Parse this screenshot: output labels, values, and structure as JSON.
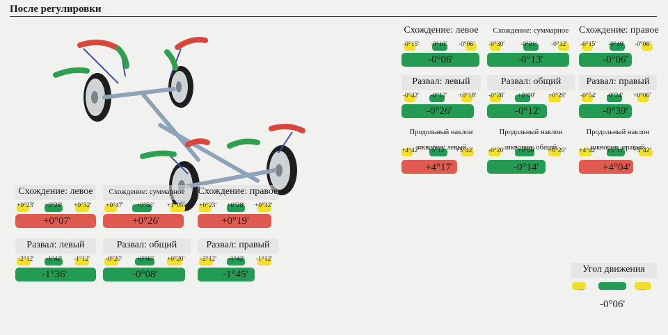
{
  "header": {
    "title": "После регулировки"
  },
  "right_top": [
    {
      "title": "Схождение: левое",
      "min": "-0°15'",
      "nom": "-0°10'",
      "max": "-0°06'",
      "value": "-0°06'",
      "status": "green"
    },
    {
      "title": "Схождение: суммарное",
      "min": "-0°30'",
      "nom": "-0°21'",
      "max": "-0°12'",
      "value": "-0°13'",
      "status": "green"
    },
    {
      "title": "Схождение: правое",
      "min": "-0°15'",
      "nom": "-0°10'",
      "max": "-0°06'",
      "value": "-0°06'",
      "status": "green"
    },
    {
      "title": "Развал: левый",
      "min": "-0°42'",
      "nom": "-0°12'",
      "max": "+0°18'",
      "value": "-0°26'",
      "status": "green"
    },
    {
      "title": "Развал: общий",
      "min": "-0°28'",
      "nom": "+0°00'",
      "max": "+0°28'",
      "value": "-0°12'",
      "status": "green"
    },
    {
      "title": "Развал: правый",
      "min": "-0°54'",
      "nom": "-0°24'",
      "max": "+0°06'",
      "value": "-0°39'",
      "status": "green"
    },
    {
      "title": "Продольный наклон шкворня: левый",
      "min": "+4°42'",
      "nom": "+5°12'",
      "max": "+5°42'",
      "value": "+4°17'",
      "status": "red"
    },
    {
      "title": "Продольный наклон шкворня: общий",
      "min": "-0°20'",
      "nom": "+0°00'",
      "max": "+0°20'",
      "value": "-0°14'",
      "status": "green"
    },
    {
      "title": "Продольный наклон шкворня: правый",
      "min": "+4°42'",
      "nom": "+5°12'",
      "max": "+5°42'",
      "value": "+4°04'",
      "status": "red"
    }
  ],
  "left_bottom": [
    {
      "title": "Схождение: левое",
      "min": "+0°23'",
      "nom": "+0°28'",
      "max": "+0°32'",
      "value": "+0°07'",
      "status": "red"
    },
    {
      "title": "Схождение: суммарное",
      "min": "+0°47'",
      "nom": "+0°56'",
      "max": "+1°05'",
      "value": "+0°26'",
      "status": "red"
    },
    {
      "title": "Схождение: правое",
      "min": "+0°23'",
      "nom": "+0°28'",
      "max": "+0°32'",
      "value": "+0°19'",
      "status": "red"
    },
    {
      "title": "Развал: левый",
      "min": "-2°12'",
      "nom": "-1°42'",
      "max": "-1°12'",
      "value": "-1°36'",
      "status": "green"
    },
    {
      "title": "Развал: общий",
      "min": "-0°20'",
      "nom": "+0°00'",
      "max": "+0°20'",
      "value": "-0°08'",
      "status": "green"
    },
    {
      "title": "Развал: правый",
      "min": "-2°12'",
      "nom": "-1°42'",
      "max": "-1°12'",
      "value": "-1°45'",
      "status": "green"
    }
  ],
  "thrust": {
    "title": "Угол движения",
    "min": "---",
    "nom": "---",
    "max": "---",
    "value": "-0°06'"
  },
  "colors": {
    "red": "#e05a4f",
    "green": "#239b52",
    "yellow": "#f2df2a"
  }
}
